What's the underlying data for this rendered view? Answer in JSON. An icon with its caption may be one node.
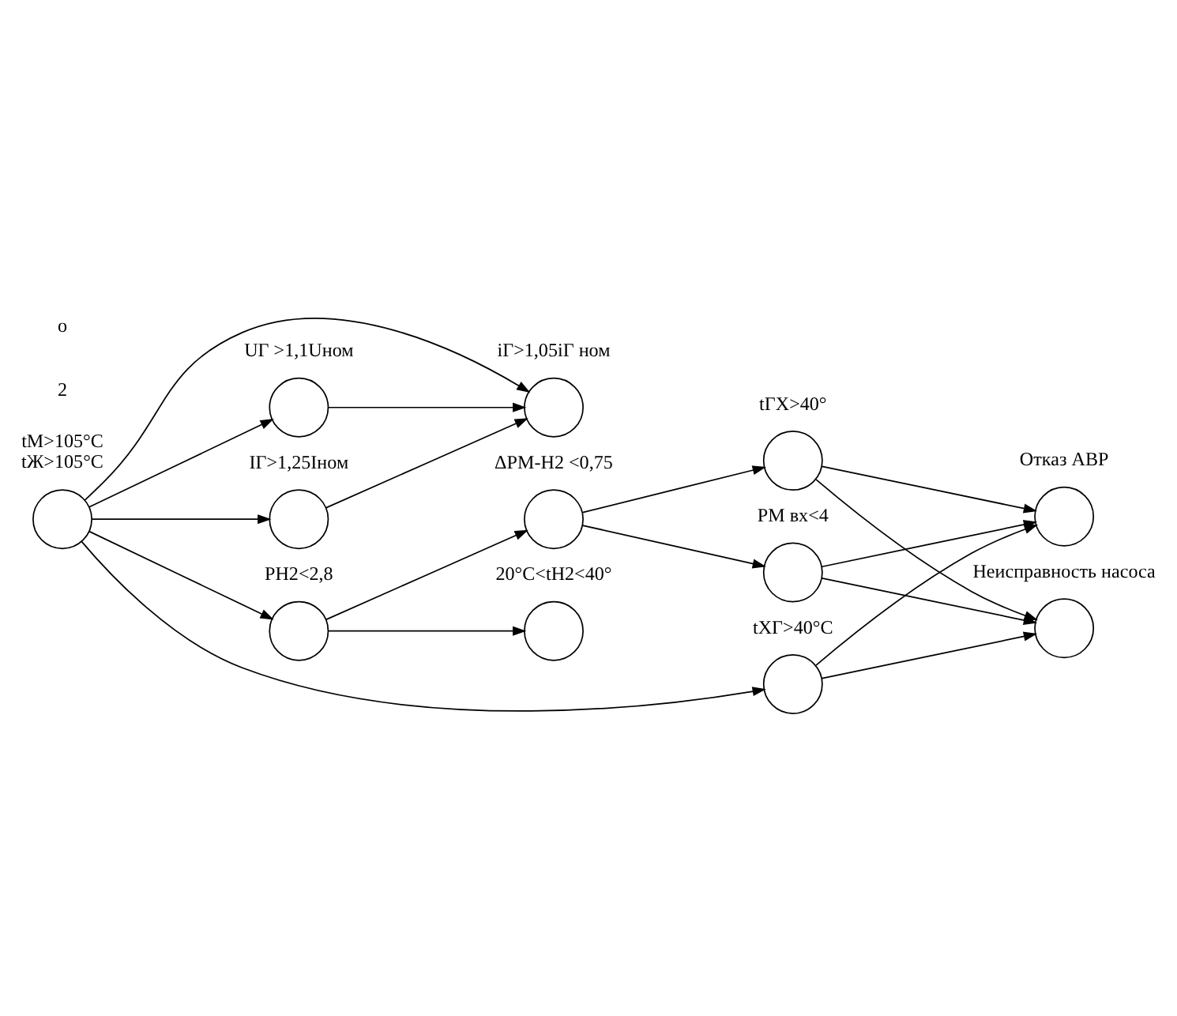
{
  "diagram": {
    "nodes": [
      {
        "text": [],
        "shape": "circle",
        "beside": [
          "tМ>105°C",
          "tЖ>105°C"
        ]
      },
      {
        "text": [],
        "shape": "circle",
        "beside": [
          "IГ>1,25Iном"
        ]
      },
      {
        "text": [],
        "shape": "circle",
        "beside": [
          "iГ>1,05iГ ном"
        ]
      },
      {
        "text": [],
        "shape": "circle",
        "beside": [
          "UГ >1,1Uном"
        ]
      },
      {
        "text": [],
        "shape": "circle",
        "beside": [
          "tХГ>40°C"
        ]
      },
      {
        "text": [],
        "shape": "circle",
        "beside": [
          "Неисправность насоса"
        ]
      },
      {
        "text": [],
        "shape": "circle",
        "beside": [
          "Отказ АВР"
        ]
      },
      {
        "text": [],
        "shape": "circle",
        "beside": [
          "PH2<2,8"
        ]
      },
      {
        "text": [],
        "shape": "circle",
        "beside": [
          "20°C<tH2<40°"
        ]
      },
      {
        "text": [],
        "shape": "circle",
        "beside": [
          "ΔPМ-H2 <0,75"
        ]
      },
      {
        "text": [],
        "shape": "circle",
        "beside": [
          "PМ вх<4"
        ]
      },
      {
        "text": [],
        "shape": "circle",
        "beside": [
          "tГХ>40°"
        ]
      }
    ],
    "edges": [
      {
        "from": 0,
        "to": 1,
        "arrow": "to"
      },
      {
        "from": 0,
        "to": 2,
        "arrow": "to"
      },
      {
        "from": 0,
        "to": 3,
        "arrow": "to"
      },
      {
        "from": 1,
        "to": 2,
        "arrow": "to"
      },
      {
        "from": 3,
        "to": 2,
        "arrow": "to"
      },
      {
        "from": 0,
        "to": 4,
        "arrow": "to"
      },
      {
        "from": 0,
        "to": 7,
        "arrow": "to"
      },
      {
        "from": 4,
        "to": 5,
        "arrow": "to"
      },
      {
        "from": 4,
        "to": 6,
        "arrow": "to"
      },
      {
        "from": 7,
        "to": 8,
        "arrow": "to"
      },
      {
        "from": 7,
        "to": 9,
        "arrow": "to"
      },
      {
        "from": 9,
        "to": 10,
        "arrow": "to"
      },
      {
        "from": 9,
        "to": 11,
        "arrow": "to"
      },
      {
        "from": 10,
        "to": 5,
        "arrow": "to"
      },
      {
        "from": 10,
        "to": 6,
        "arrow": "to"
      },
      {
        "from": 11,
        "to": 5,
        "arrow": "to"
      },
      {
        "from": 11,
        "to": 6,
        "arrow": "to"
      }
    ],
    "labels": [
      "2",
      "o"
    ]
  }
}
